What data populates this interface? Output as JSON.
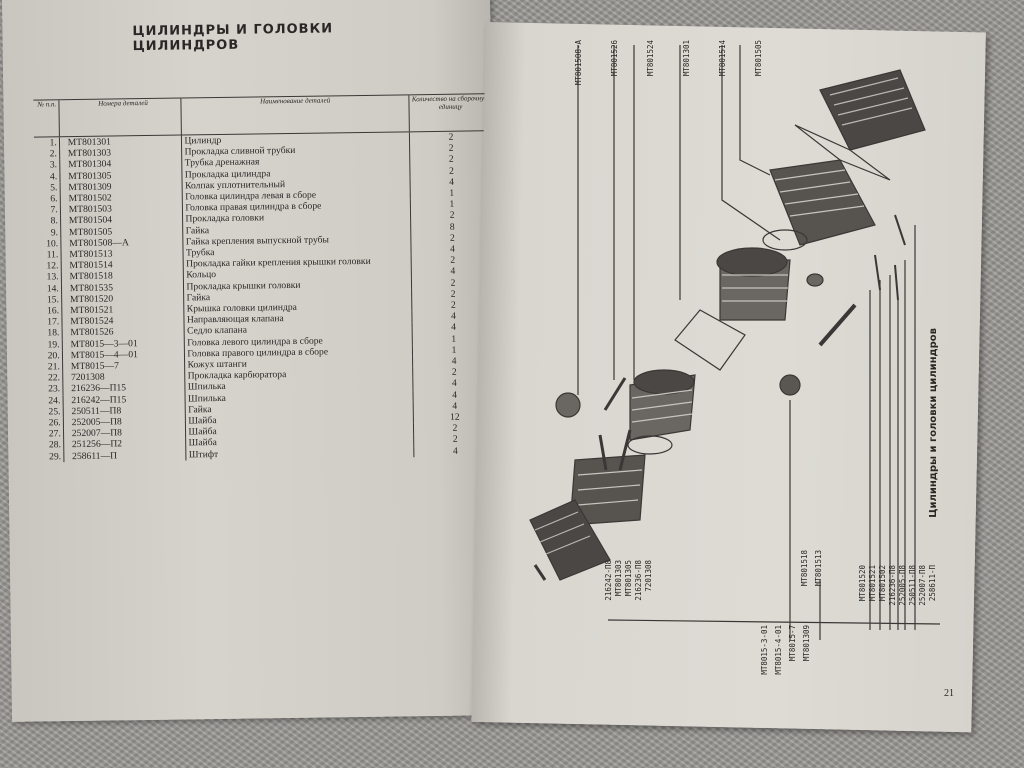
{
  "left_page": {
    "title": "ЦИЛИНДРЫ И ГОЛОВКИ ЦИЛИНДРОВ",
    "headers": {
      "no": "№ п.п.",
      "number": "Номера деталей",
      "name": "Наименование деталей",
      "qty": "Количество на сборочную единицу"
    },
    "rows": [
      {
        "no": "1.",
        "number": "МТ801301",
        "name": "Цилиндр",
        "qty": "2"
      },
      {
        "no": "2.",
        "number": "МТ801303",
        "name": "Прокладка сливной трубки",
        "qty": "2"
      },
      {
        "no": "3.",
        "number": "МТ801304",
        "name": "Трубка дренажная",
        "qty": "2"
      },
      {
        "no": "4.",
        "number": "МТ801305",
        "name": "Прокладка цилиндра",
        "qty": "2"
      },
      {
        "no": "5.",
        "number": "МТ801309",
        "name": "Колпак уплотнительный",
        "qty": "4"
      },
      {
        "no": "6.",
        "number": "МТ801502",
        "name": "Головка цилиндра левая в сборе",
        "qty": "1"
      },
      {
        "no": "7.",
        "number": "МТ801503",
        "name": "Головка правая цилиндра в сборе",
        "qty": "1"
      },
      {
        "no": "8.",
        "number": "МТ801504",
        "name": "Прокладка головки",
        "qty": "2"
      },
      {
        "no": "9.",
        "number": "МТ801505",
        "name": "Гайка",
        "qty": "8"
      },
      {
        "no": "10.",
        "number": "МТ801508—А",
        "name": "Гайка крепления выпускной трубы",
        "qty": "2"
      },
      {
        "no": "11.",
        "number": "МТ801513",
        "name": "Трубка",
        "qty": "4"
      },
      {
        "no": "12.",
        "number": "МТ801514",
        "name": "Прокладка гайки крепления крышки головки",
        "qty": "2"
      },
      {
        "no": "13.",
        "number": "МТ801518",
        "name": "Кольцо",
        "qty": "4"
      },
      {
        "no": "14.",
        "number": "МТ801535",
        "name": "Прокладка крышки головки",
        "qty": "2"
      },
      {
        "no": "15.",
        "number": "МТ801520",
        "name": "Гайка",
        "qty": "2"
      },
      {
        "no": "16.",
        "number": "МТ801521",
        "name": "Крышка головки цилиндра",
        "qty": "2"
      },
      {
        "no": "17.",
        "number": "МТ801524",
        "name": "Направляющая клапана",
        "qty": "4"
      },
      {
        "no": "18.",
        "number": "МТ801526",
        "name": "Седло клапана",
        "qty": "4"
      },
      {
        "no": "19.",
        "number": "МТ8015—3—01",
        "name": "Головка левого цилиндра в сборе",
        "qty": "1"
      },
      {
        "no": "20.",
        "number": "МТ8015—4—01",
        "name": "Головка правого цилиндра в сборе",
        "qty": "1"
      },
      {
        "no": "21.",
        "number": "МТ8015—7",
        "name": "Кожух штанги",
        "qty": "4"
      },
      {
        "no": "22.",
        "number": "7201308",
        "name": "Прокладка карбюратора",
        "qty": "2"
      },
      {
        "no": "23.",
        "number": "216236—П15",
        "name": "Шпилька",
        "qty": "4"
      },
      {
        "no": "24.",
        "number": "216242—П15",
        "name": "Шпилька",
        "qty": "4"
      },
      {
        "no": "25.",
        "number": "250511—П8",
        "name": "Гайка",
        "qty": "4"
      },
      {
        "no": "26.",
        "number": "252005—П8",
        "name": "Шайба",
        "qty": "12"
      },
      {
        "no": "27.",
        "number": "252007—П8",
        "name": "Шайба",
        "qty": "2"
      },
      {
        "no": "28.",
        "number": "251256—П2",
        "name": "Шайба",
        "qty": "2"
      },
      {
        "no": "29.",
        "number": "258611—П",
        "name": "Штифт",
        "qty": "4"
      }
    ]
  },
  "right_page": {
    "side_caption": "Цилиндры и головки цилиндров",
    "page_number": "21",
    "callouts_bottom_left": [
      "216242-П8",
      "МТ801303",
      "МТ801305",
      "216236-П8",
      "7201308"
    ],
    "callouts_bottom_mid": [
      "МТ801518",
      "МТ801513"
    ],
    "callouts_bottom_right": [
      "МТ801520",
      "МТ801521",
      "МТ801502",
      "216236-П8",
      "252005-П8",
      "250511-П8",
      "252007-П8",
      "258611-П"
    ],
    "callouts_bottom_labels": [
      "МТ8015-3-01",
      "МТ8015-4-01",
      "МТ8015-7",
      "МТ801309"
    ],
    "callouts_top": [
      "МТ801508-А",
      "МТ801526",
      "МТ801524",
      "МТ801301",
      "МТ801514",
      "МТ801505"
    ]
  },
  "colors": {
    "ink": "#2a2826",
    "paper": "#d9d6d0",
    "carpet": "#9a9894"
  }
}
